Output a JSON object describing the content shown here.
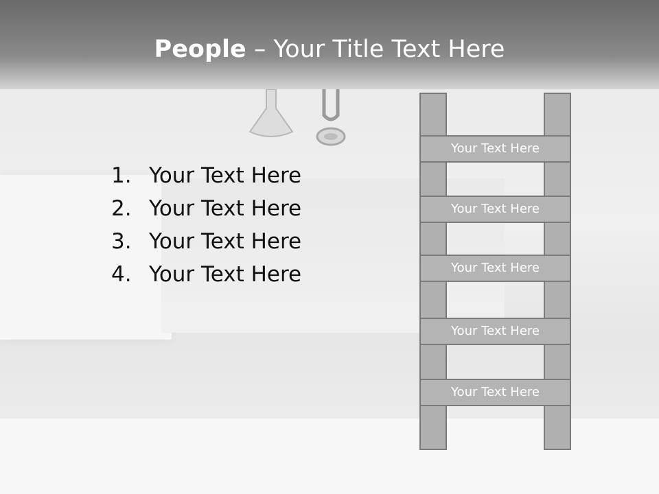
{
  "slide": {
    "title_bold": "People",
    "title_rest": " – Your Title Text Here",
    "list": [
      {
        "number": "1.",
        "text": "Your Text Here"
      },
      {
        "number": "2.",
        "text": "Your Text Here"
      },
      {
        "number": "3.",
        "text": "Your Text Here"
      },
      {
        "number": "4.",
        "text": "Your Text Here"
      }
    ],
    "ladder_rungs": [
      "Your Text Here",
      "Your Text Here",
      "Your Text Here",
      "Your Text Here",
      "Your Text Here"
    ]
  },
  "colors": {
    "header": "#7a7a7a",
    "rung_fill": "#b4b4b4",
    "rung_border": "#7a7a7a",
    "title_text": "#ffffff"
  }
}
